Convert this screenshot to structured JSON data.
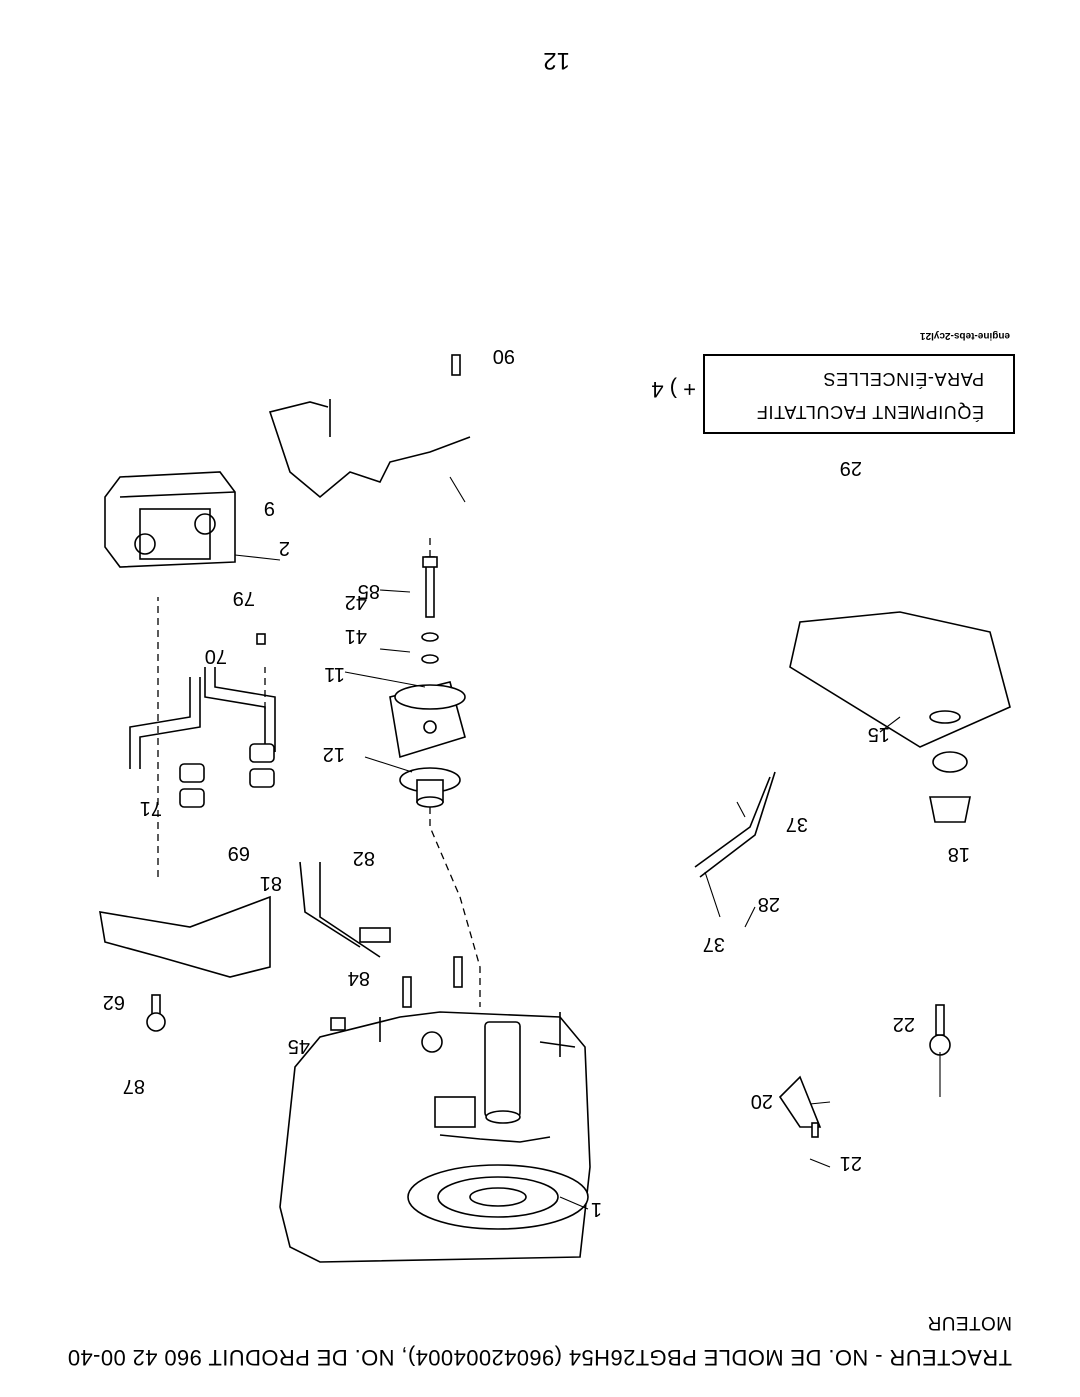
{
  "header": {
    "title": "TRACTEUR - NO. DE MODLE PBGT26H54 (96042004004), NO. DE PRODUIT 960 42 00-40",
    "subtitle": "MOTEUR"
  },
  "page_number": "12",
  "drawing_code": "engine-tebs-2cyl21",
  "optional_box": {
    "line1": "ÉQUIPMENT FACULTATIF",
    "line2": "PARA-ÉINCELLES",
    "note": "+ ) 4",
    "ref": "29"
  },
  "callouts": [
    "1",
    "2",
    "9",
    "11",
    "12",
    "15",
    "18",
    "20",
    "21",
    "22",
    "28",
    "37",
    "37",
    "41",
    "42",
    "45",
    "62",
    "69",
    "70",
    "71",
    "79",
    "81",
    "82",
    "84",
    "85",
    "87",
    "90",
    "29"
  ],
  "orientation": "upside-down"
}
